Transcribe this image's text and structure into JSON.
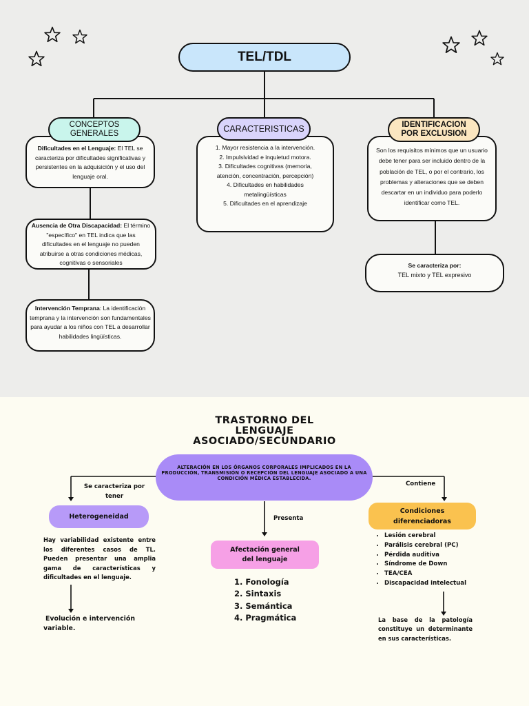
{
  "top": {
    "title": "TEL/TDL",
    "conceptos": {
      "header": "CONCEPTOS GENERALES",
      "box1_term": "Dificultades en el Lenguaje:",
      "box1_text": " El TEL se caracteriza por dificultades significativas y persistentes en la adquisición y el uso del lenguaje oral.",
      "box2_term": "Ausencia de Otra Discapacidad:",
      "box2_text": " El término \"específico\" en TEL indica que las dificultades en el lenguaje no pueden atribuirse a otras condiciones médicas, cognitivas o sensoriales",
      "box3_term": "Intervención Temprana",
      "box3_text": ": La identificación temprana y la intervención son fundamentales para ayudar a los niños con TEL a desarrollar habilidades lingüísticas."
    },
    "caracteristicas": {
      "header": "CARACTERISTICAS",
      "items": [
        "1. Mayor resistencia a la intervención.",
        "2.     Impulsividad e inquietud motora.",
        "3.     Dificultades cognitivas (memoria, atención, concentración, percepción)",
        "4.     Dificultades en habilidades metalingüísticas",
        "5.     Dificultades en el aprendizaje"
      ]
    },
    "identificacion": {
      "header": "IDENTIFICACION POR EXCLUSION",
      "text": "Son los requisitos mínimos que un usuario debe tener para ser incluido dentro de la población de TEL, o por el contrario, los problemas y alteraciones que se deben descartar en un individuo para poderlo identificar como TEL.",
      "sub_term": "Se caracteriza por:",
      "sub_text": "TEL mixto y TEL expresivo"
    }
  },
  "bottom": {
    "title_line1": "TRASTORNO DEL",
    "title_line2": "LENGUAJE",
    "title_line3": "ASOCIADO/SECUNDARIO",
    "central": "ALTERACIÓN EN LOS ÓRGANOS CORPORALES IMPLICADOS EN LA PRODUCCIÓN, TRANSMISIÓN O RECEPCIÓN DEL LENGUAJE ASOCIADO A UNA CONDICIÓN MÉDICA ESTABLECIDA.",
    "label_left": "Se caracteriza por tener",
    "label_mid": "Presenta",
    "label_right": "Contiene",
    "heterogeneidad": {
      "header": "Heterogeneidad",
      "text": "Hay variabilidad existente entre los diferentes casos de TL. Pueden presentar una amplia gama de características y dificultades en el lenguaje.",
      "text2": "Evolución e intervención variable."
    },
    "afectacion": {
      "header": "Afectación general del lenguaje",
      "items": [
        "1. Fonología",
        "2. Sintaxis",
        "3. Semántica",
        "4. Pragmática"
      ]
    },
    "condiciones": {
      "header": "Condiciones diferenciadoras",
      "items": [
        "Lesión cerebral",
        "Parálisis cerebral (PC)",
        "Pérdida auditiva",
        "Síndrome de Down",
        "TEA/CEA",
        "Discapacidad intelectual"
      ],
      "text": "La base de la patología constituye un determinante en sus características."
    }
  },
  "colors": {
    "top_bg": "#ededeb",
    "bottom_bg": "#fdfcf2",
    "title_fill": "#c9e6fb",
    "conceptos_fill": "#c9f5ec",
    "caracteristicas_fill": "#d9d4fb",
    "identificacion_fill": "#fbe6c0",
    "central_fill": "#a98bf7",
    "heterogeneidad_fill": "#b79af8",
    "afectacion_fill": "#f6a0e6",
    "condiciones_fill": "#fac24f"
  }
}
